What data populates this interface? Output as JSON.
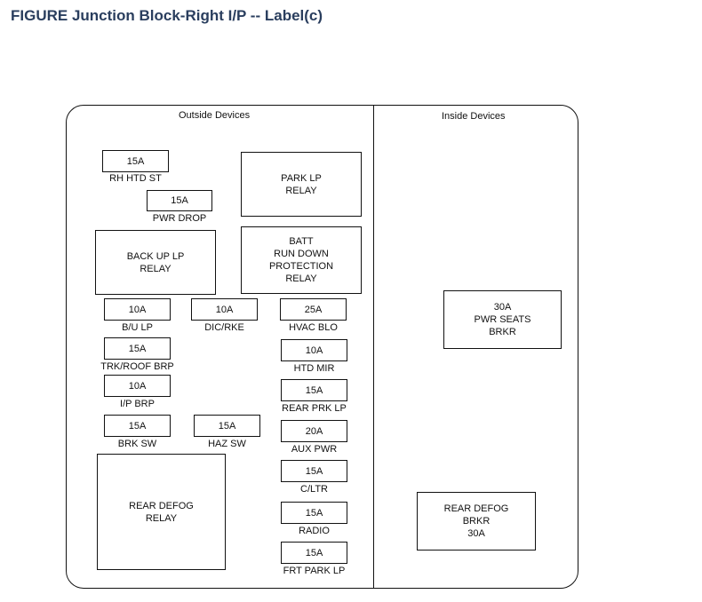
{
  "title": "FIGURE Junction Block-Right I/P -- Label(c)",
  "sections": {
    "outside": "Outside Devices",
    "inside": "Inside Devices"
  },
  "fuses": {
    "rh_htd_st": {
      "amp": "15A",
      "label": "RH HTD ST"
    },
    "pwr_drop": {
      "amp": "15A",
      "label": "PWR DROP"
    },
    "bu_lp": {
      "amp": "10A",
      "label": "B/U LP"
    },
    "dic_rke": {
      "amp": "10A",
      "label": "DIC/RKE"
    },
    "hvac_blo": {
      "amp": "25A",
      "label": "HVAC BLO"
    },
    "trk_roof_brp": {
      "amp": "15A",
      "label": "TRK/ROOF BRP"
    },
    "htd_mir": {
      "amp": "10A",
      "label": "HTD MIR"
    },
    "ip_brp": {
      "amp": "10A",
      "label": "I/P BRP"
    },
    "rear_prk_lp": {
      "amp": "15A",
      "label": "REAR PRK LP"
    },
    "brk_sw": {
      "amp": "15A",
      "label": "BRK SW"
    },
    "haz_sw": {
      "amp": "15A",
      "label": "HAZ SW"
    },
    "aux_pwr": {
      "amp": "20A",
      "label": "AUX PWR"
    },
    "c_ltr": {
      "amp": "15A",
      "label": "C/LTR"
    },
    "radio": {
      "amp": "15A",
      "label": "RADIO"
    },
    "frt_park_lp": {
      "amp": "15A",
      "label": "FRT PARK LP"
    }
  },
  "relays": {
    "park_lp": "PARK LP\nRELAY",
    "back_up_lp": "BACK UP LP\nRELAY",
    "batt_rundown": "BATT\nRUN DOWN\nPROTECTION\nRELAY",
    "rear_defog": "REAR DEFOG\nRELAY"
  },
  "breakers": {
    "pwr_seats": "30A\nPWR SEATS\nBRKR",
    "rear_defog": "REAR DEFOG\nBRKR\n30A"
  }
}
